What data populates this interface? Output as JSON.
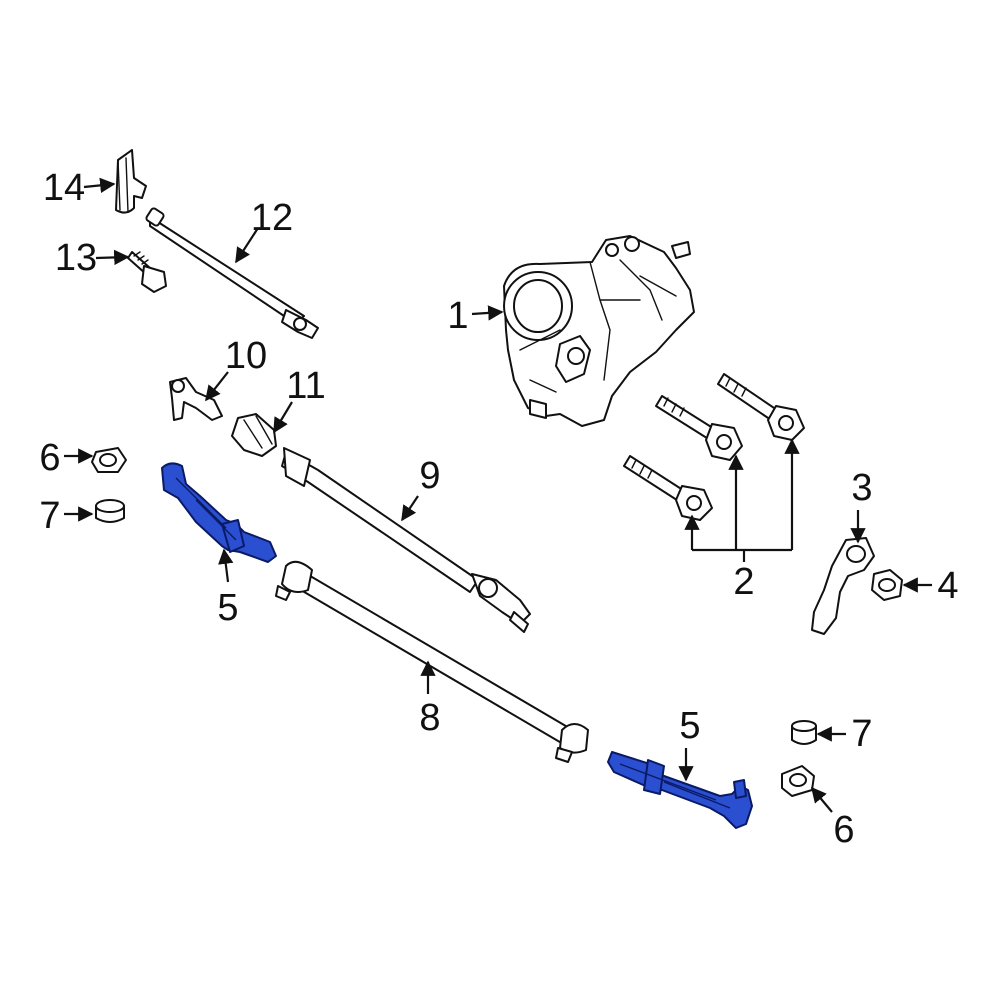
{
  "colors": {
    "highlight": "#2a4fd0",
    "highlight_outline": "#0b1a66",
    "line": "#111111",
    "background": "#ffffff"
  },
  "callouts": {
    "c1": "1",
    "c2": "2",
    "c3": "3",
    "c4": "4",
    "c5_left": "5",
    "c5_right": "5",
    "c6_left": "6",
    "c6_right": "6",
    "c7_left": "7",
    "c7_right": "7",
    "c8": "8",
    "c9": "9",
    "c10": "10",
    "c11": "11",
    "c12": "12",
    "c13": "13",
    "c14": "14"
  }
}
